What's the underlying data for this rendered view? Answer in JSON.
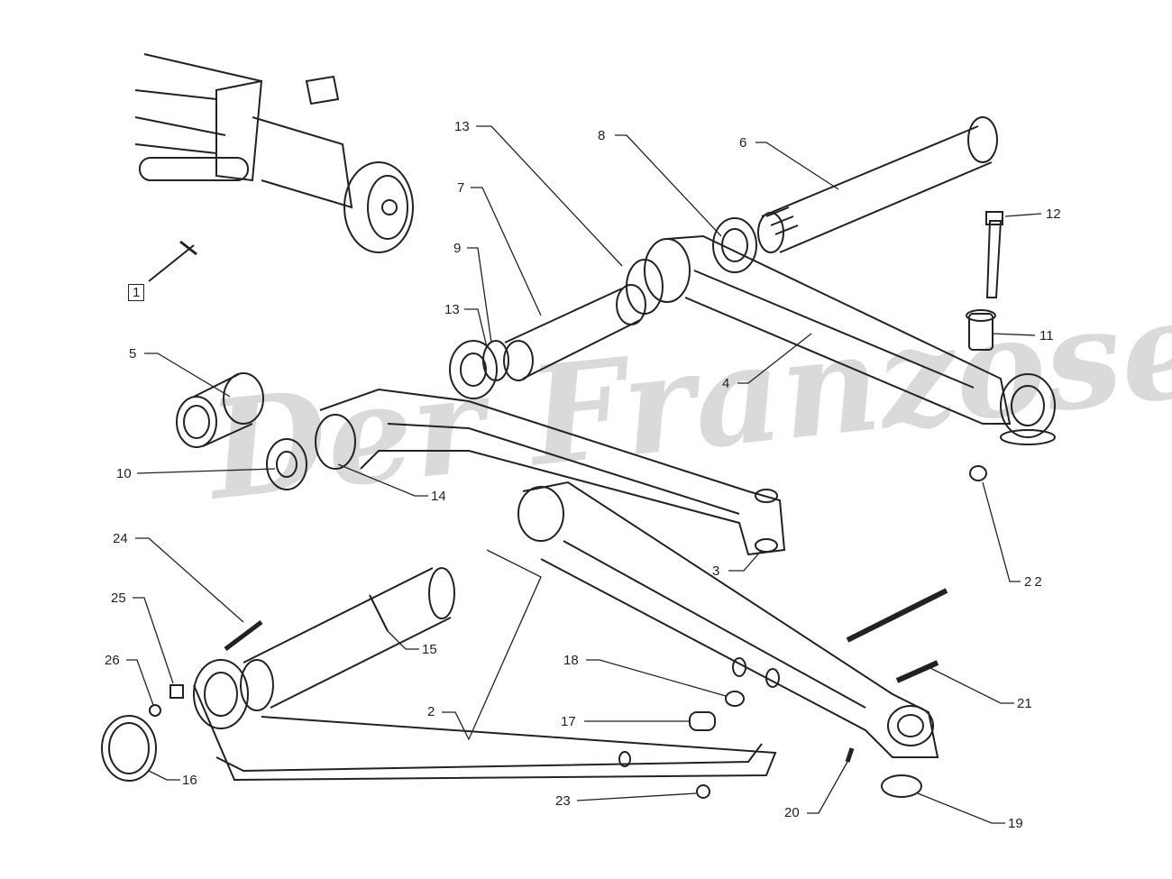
{
  "title": "Rear suspension arms exploded parts diagram",
  "watermark": "Der Franzose",
  "callouts": {
    "c1": "1",
    "c2": "2",
    "c3": "3",
    "c4": "4",
    "c5": "5",
    "c6": "6",
    "c7": "7",
    "c8": "8",
    "c9": "9",
    "c10": "10",
    "c11": "11",
    "c12": "12",
    "c13a": "13",
    "c13b": "13",
    "c14": "14",
    "c15": "15",
    "c16": "16",
    "c17": "17",
    "c18": "18",
    "c19": "19",
    "c20": "20",
    "c21": "21",
    "c22": "22",
    "c23": "23",
    "c24": "24",
    "c25": "25",
    "c26": "26"
  }
}
